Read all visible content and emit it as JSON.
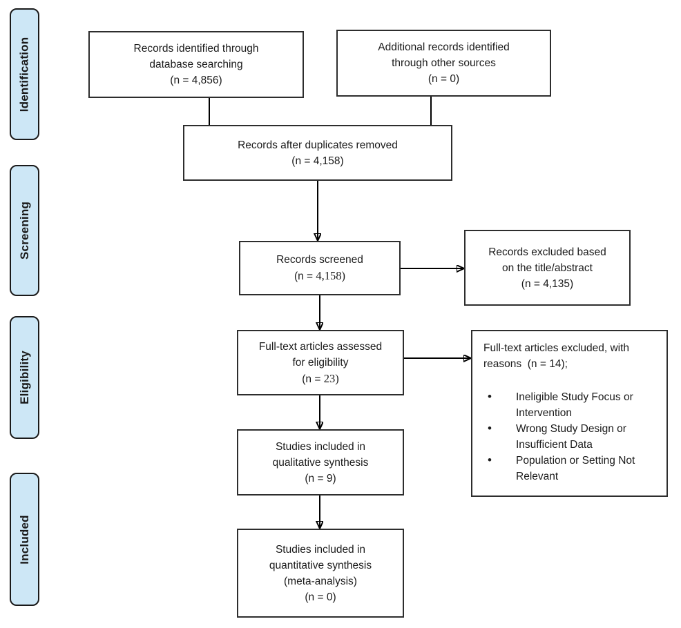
{
  "colors": {
    "sidebar_fill": "#cde7f6",
    "sidebar_border": "#1a1a1a",
    "box_border": "#2d2d2d",
    "line": "#000000",
    "text": "#1a1a1a",
    "background": "#ffffff"
  },
  "sidebar": {
    "items": [
      "Identification",
      "Screening",
      "Eligibility",
      "Included"
    ]
  },
  "flow": {
    "identified_db": {
      "lines": [
        "Records identified through",
        "database searching",
        "(n = 4,856)"
      ]
    },
    "identified_other": {
      "lines": [
        "Additional records identified",
        "through other sources",
        "(n = 0)"
      ]
    },
    "duplicates_removed": {
      "lines": [
        "Records after duplicates removed",
        "(n = 4,158)"
      ]
    },
    "screened": {
      "lines": [
        "Records screened"
      ],
      "count_prefix": "(n = ",
      "count_value": "4,158)"
    },
    "excluded_title_abstract": {
      "lines": [
        "Records excluded based",
        "on the title/abstract",
        "(n = 4,135)"
      ]
    },
    "fulltext_assessed": {
      "lines": [
        "Full-text articles assessed",
        "for eligibility"
      ],
      "count_prefix": "(n = ",
      "count_value": "23)"
    },
    "fulltext_excluded": {
      "header_lines": [
        "Full-text articles excluded, with",
        "reasons  (n = 14);"
      ],
      "bullets": [
        "Ineligible Study Focus or Intervention",
        "Wrong Study Design or Insufficient Data",
        "Population or Setting Not Relevant"
      ]
    },
    "qualitative": {
      "lines": [
        "Studies included in",
        "qualitative synthesis",
        "(n = 9)"
      ]
    },
    "quantitative": {
      "lines": [
        "Studies included in",
        "quantitative synthesis",
        "(meta-analysis)",
        "(n = 0)"
      ]
    }
  }
}
